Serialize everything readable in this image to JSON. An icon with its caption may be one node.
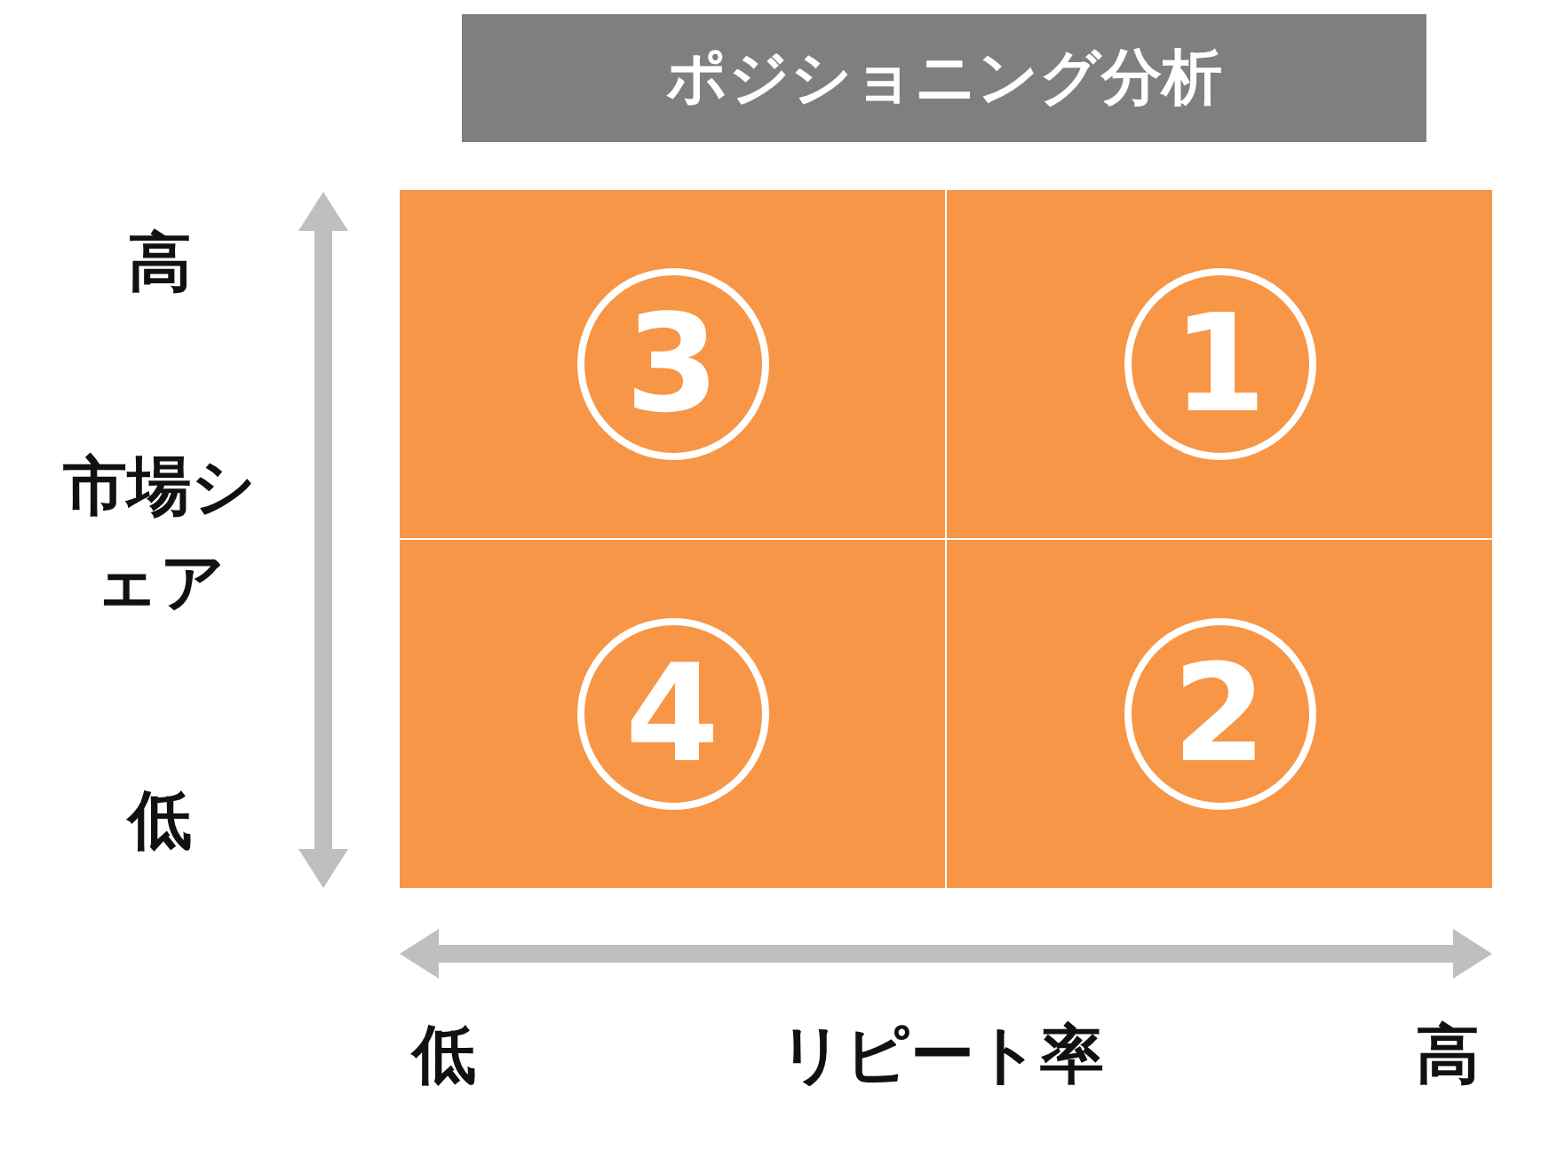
{
  "diagram": {
    "title": "ポジショニング分析",
    "nodes": [
      {
        "text": [
          "3"
        ]
      },
      {
        "text": [
          "1"
        ]
      },
      {
        "text": [
          "4"
        ]
      },
      {
        "text": [
          "2"
        ]
      }
    ],
    "labels": [
      "高",
      "市場シェア",
      "低",
      "低",
      "リピート率",
      "高"
    ]
  }
}
